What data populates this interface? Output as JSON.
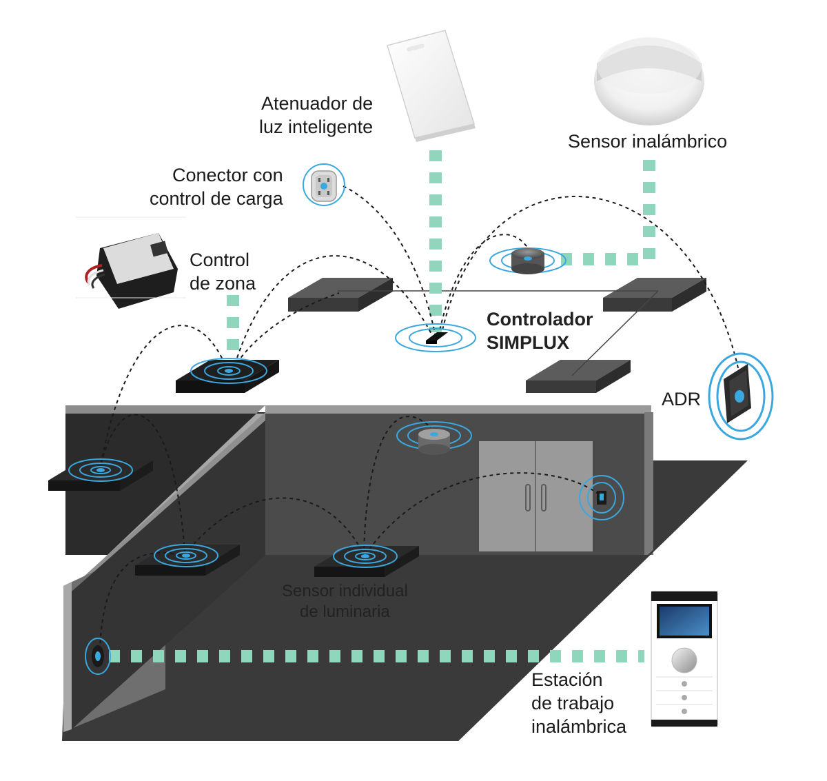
{
  "colors": {
    "accent_blue": "#3aa7df",
    "link_green": "#8fd6bd",
    "floor": "#3d3d3d",
    "wall_dark": "#2e2e2e",
    "wall_mid": "#5a5a5a",
    "wall_light": "#9a9a9a",
    "panel": "#505050",
    "panel_dark": "#2a2a2a",
    "background": "#ffffff"
  },
  "labels": {
    "dimmer": [
      "Atenuador de",
      "luz inteligente"
    ],
    "wireless_sensor": [
      "Sensor inalámbrico"
    ],
    "plug": [
      "Conector con",
      "control de carga"
    ],
    "zone": [
      "Control",
      "de zona"
    ],
    "controller": [
      "Controlador",
      "SIMPLUX"
    ],
    "adr": [
      "ADR"
    ],
    "luminaire_sensor": [
      "Sensor individual",
      "de luminaria"
    ],
    "station": [
      "Estación",
      "de trabajo",
      "inalámbrica"
    ]
  },
  "icons": {
    "dimmer": "smart-dimmer-device",
    "wireless_sensor": "ceiling-sensor-device",
    "plug": "load-control-plug-icon",
    "zone": "zone-control-box",
    "adr": "adr-wall-device",
    "station": "wireless-workstation-panel"
  }
}
